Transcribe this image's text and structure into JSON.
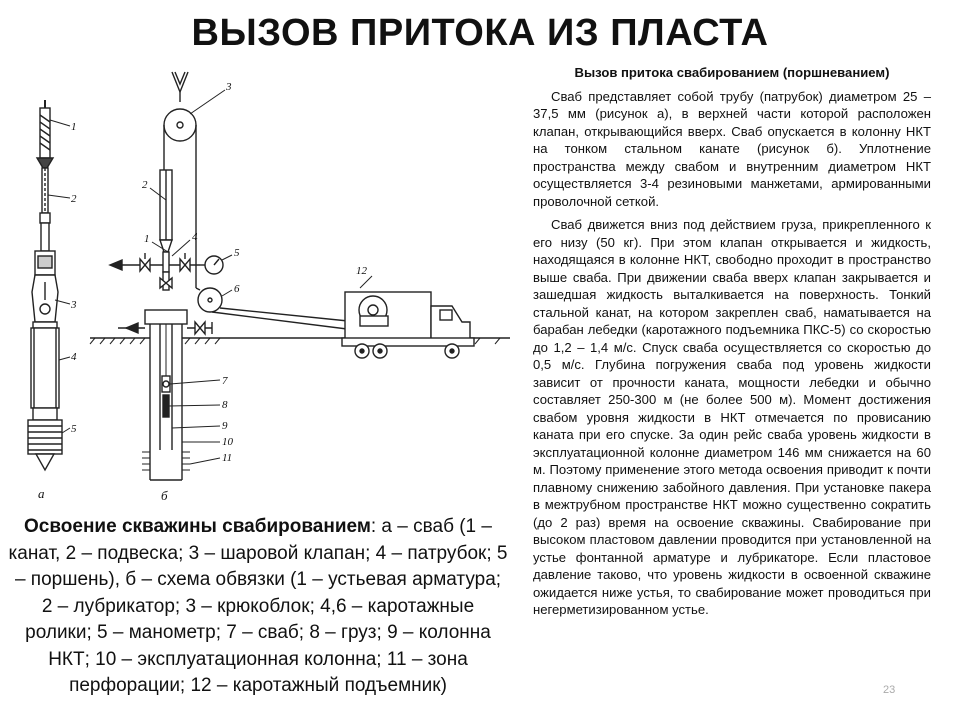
{
  "slide": {
    "title": "ВЫЗОВ ПРИТОКА ИЗ ПЛАСТА",
    "page_number": "23"
  },
  "diagram": {
    "label_a": "а",
    "label_b": "б",
    "numbers": [
      "1",
      "2",
      "3",
      "4",
      "5",
      "6",
      "7",
      "8",
      "9",
      "10",
      "11",
      "12"
    ]
  },
  "caption": {
    "heading": "Освоение скважины свабированием",
    "body": ": а – сваб (1 – канат, 2 – подвеска; 3 – шаровой клапан; 4 – патрубок; 5 – поршень), б – схема обвязки (1 – устьевая арматура; 2 – лубрикатор; 3 – крюкоблок; 4,6 – каротажные ролики; 5 – манометр; 7 – сваб; 8 – груз; 9 – колонна НКТ; 10 – эксплуатационная колонна; 11 – зона перфорации; 12 – каротажный подъемник)"
  },
  "text": {
    "heading": "Вызов притока свабированием (поршневанием)",
    "paragraphs": [
      "Сваб представляет собой трубу (патрубок) диаметром 25 – 37,5 мм (рисунок а), в верхней части которой расположен клапан, открывающийся вверх. Сваб опускается в колонну НКТ на тонком стальном канате (рисунок б). Уплотнение пространства между свабом и внутренним диаметром НКТ осуществляется 3-4 резиновыми манжетами, армированными проволочной сеткой.",
      "Сваб движется вниз под действием груза, прикрепленного к его низу (50 кг). При этом клапан открывается и жидкость, находящаяся в колонне НКТ, свободно проходит в пространство выше сваба. При движении сваба вверх клапан закрывается и зашедшая жидкость выталкивается на поверхность. Тонкий стальной канат, на котором закреплен сваб, наматывается на барабан лебедки (каротажного подъемника ПКС-5) со скоростью до 1,2 – 1,4 м/с. Спуск сваба осуществляется со скоростью до 0,5 м/с. Глубина погружения сваба под уровень жидкости зависит от прочности каната, мощности лебедки и обычно составляет 250-300 м (не более 500 м). Момент достижения свабом уровня жидкости в НКТ отмечается по провисанию каната при его спуске. За один рейс сваба уровень жидкости в эксплуатационной колонне диаметром 146 мм снижается на 60 м. Поэтому применение этого метода освоения приводит к почти плавному снижению забойного давления. При установке пакера в межтрубном пространстве НКТ можно существенно сократить (до 2 раз) время на освоение скважины. Свабирование при высоком пластовом давлении проводится при установленной на устье фонтанной арматуре и лубрикаторе. Если пластовое давление таково, что уровень жидкости в освоенной скважине ожидается ниже устья, то свабирование может проводиться при негерметизированном устье."
    ]
  }
}
